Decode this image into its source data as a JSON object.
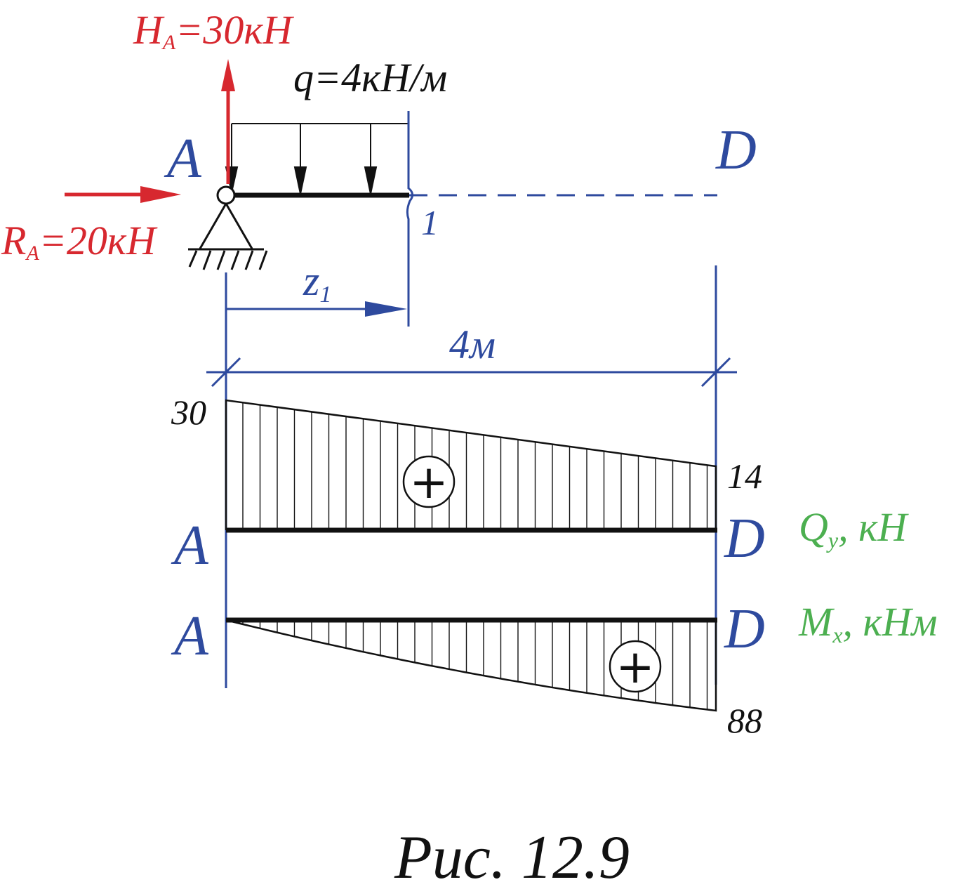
{
  "colors": {
    "force": "#d7282f",
    "letter": "#2e4a9e",
    "diagram_title": "#4caf50",
    "stroke": "#111111"
  },
  "reactions": {
    "h_prefix": "H",
    "h_sub": "A",
    "h_value": "=30кН",
    "r_prefix": "R",
    "r_sub": "A",
    "r_value": "=20кН"
  },
  "load": {
    "label": "q=4кН/м"
  },
  "points": {
    "a": "A",
    "d": "D"
  },
  "section": {
    "number": "1",
    "coord_base": "z",
    "coord_sub": "1"
  },
  "dimension": {
    "span": "4м"
  },
  "shear": {
    "title_base": "Q",
    "title_sub": "y",
    "title_unit": ", кН",
    "value_a": "30",
    "value_d": "14",
    "sign": "+"
  },
  "moment": {
    "title_base": "M",
    "title_sub": "x",
    "title_unit": ", кНм",
    "value_d": "88",
    "sign": "+"
  },
  "caption": "Рис. 12.9"
}
